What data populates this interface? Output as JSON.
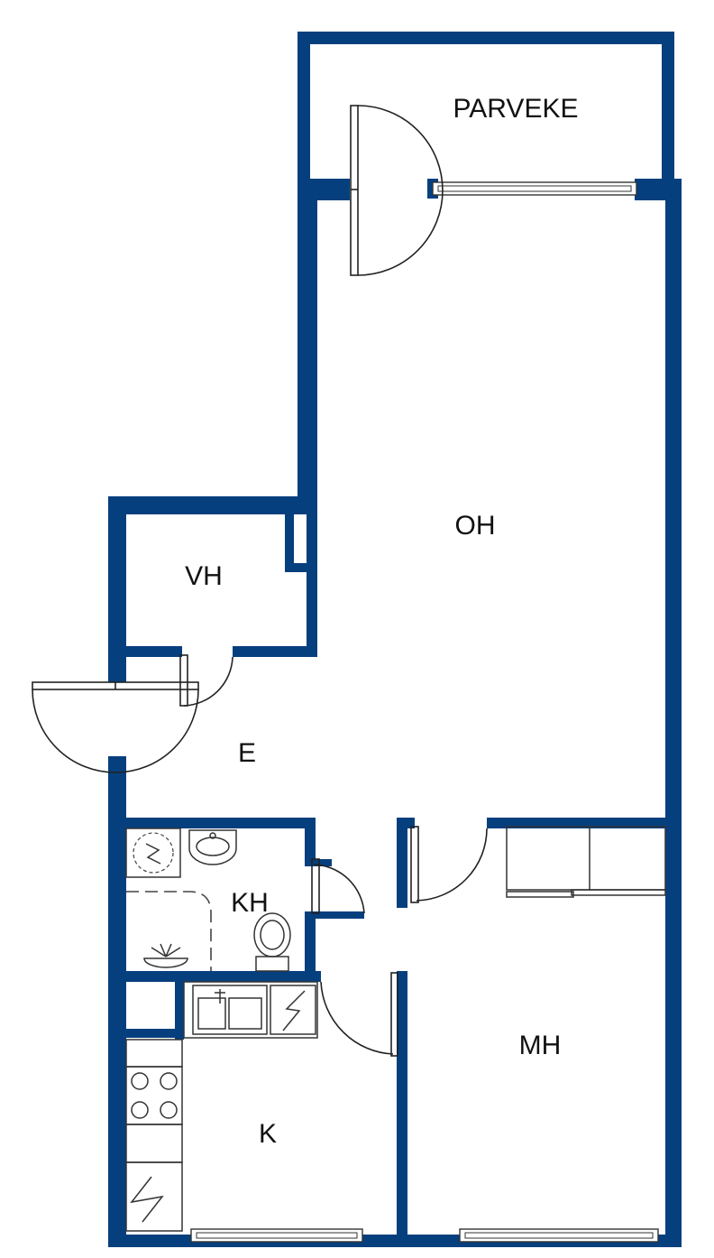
{
  "plan": {
    "colors": {
      "wall": "#063f7e",
      "line": "#222222"
    },
    "rooms": {
      "parveke": "PARVEKE",
      "oh": "OH",
      "vh": "VH",
      "e": "E",
      "kh": "KH",
      "k": "K",
      "mh": "MH"
    },
    "fixture_icons": [
      "shower-drain-icon",
      "washbasin-icon",
      "toilet-icon",
      "shower-head-icon",
      "kitchen-sink-icon",
      "dishwasher-icon",
      "stove-icon",
      "oven-icon",
      "wardrobe-icon"
    ]
  }
}
